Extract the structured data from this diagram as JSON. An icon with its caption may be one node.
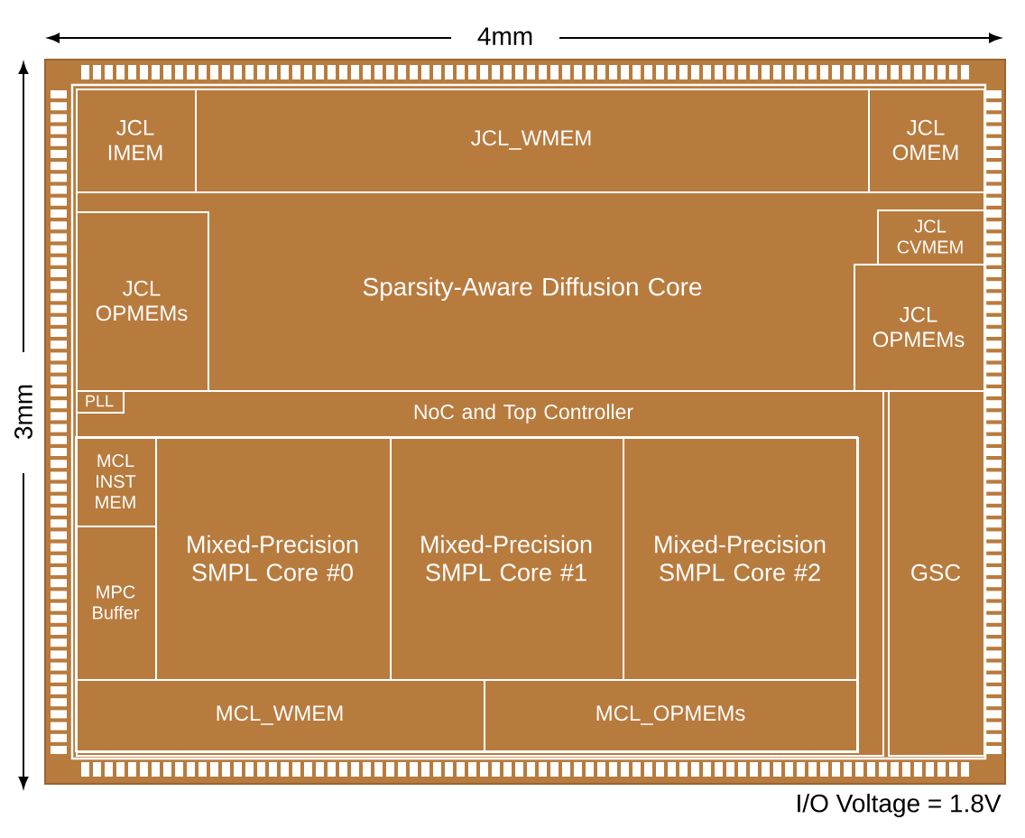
{
  "diagram": {
    "nodes": [
      {
        "text": [
          "JCL IMEM"
        ]
      },
      {
        "text": [
          "JCL_WMEM"
        ]
      },
      {
        "text": [
          "JCL OMEM"
        ]
      },
      {
        "text": [
          "Sparsity-Aware Diffusion Core"
        ]
      },
      {
        "text": [
          "JCL OPMEMs"
        ],
        "in": 3
      },
      {
        "text": [
          "JCL CVMEM"
        ],
        "in": 3
      },
      {
        "text": [
          "JCL OPMEMs"
        ],
        "in": 3
      },
      {
        "text": [
          "NoC and Top Controller"
        ]
      },
      {
        "text": [
          "PLL"
        ],
        "in": 7
      },
      {
        "text": [
          "MCL INST MEM"
        ],
        "in": 7
      },
      {
        "text": [
          "MPC Buffer"
        ],
        "in": 7
      },
      {
        "text": [
          "Mixed-Precision SMPL Core #0"
        ],
        "in": 7
      },
      {
        "text": [
          "Mixed-Precision SMPL Core #1"
        ],
        "in": 7
      },
      {
        "text": [
          "Mixed-Precision SMPL Core #2"
        ],
        "in": 7
      },
      {
        "text": [
          "MCL_WMEM"
        ],
        "in": 7
      },
      {
        "text": [
          "MCL_OPMEMs"
        ],
        "in": 7
      },
      {
        "text": [
          "GSC"
        ]
      }
    ],
    "labels": [
      "4mm",
      "3mm",
      "I/O Voltage = 1.8V"
    ]
  }
}
